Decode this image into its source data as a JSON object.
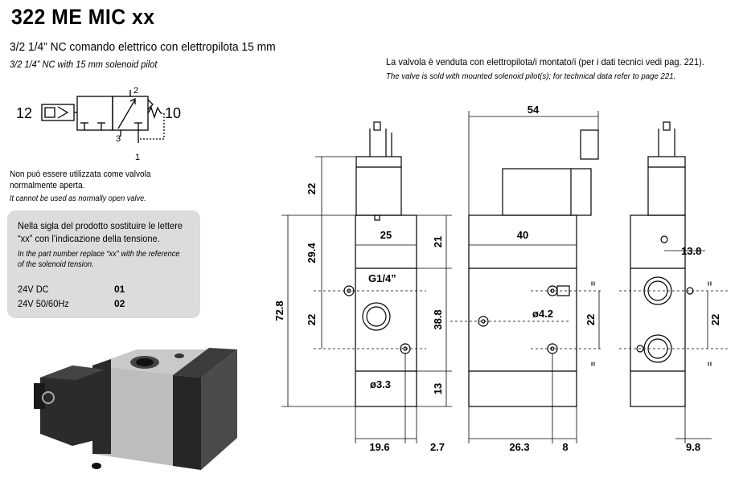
{
  "header": {
    "title": "322 ME MIC xx",
    "subtitle_it": "3/2 1/4” NC comando elettrico con elettropilota 15 mm",
    "subtitle_en": "3/2 1/4” NC with 15 mm solenoid pilot"
  },
  "note": {
    "it": "La valvola è venduta con elettropilota/i montato/i (per i dati tecnici vedi pag. 221).",
    "en": "The valve is sold with mounted solenoid pilot(s); for technical data refer to page 221."
  },
  "symbol": {
    "port_12": "12",
    "port_10": "10",
    "port_2": "2",
    "port_3": "3",
    "port_1": "1"
  },
  "warning": {
    "it_line1": "Non può essere utilizzata come valvola",
    "it_line2": "normalmente aperta.",
    "en": "It cannot be used as normally open valve."
  },
  "voltage_box": {
    "it_line1": "Nella sigla del prodotto sostituire le lettere",
    "it_line2": "“xx” con l’indicazione della tensione.",
    "en_line1": "In the part number replace “xx” with the reference",
    "en_line2": "of the solenoid tension.",
    "rows": [
      {
        "label": "24V DC",
        "code": "01"
      },
      {
        "label": "24V 50/60Hz",
        "code": "02"
      }
    ]
  },
  "dimensions": {
    "d22_top": "22",
    "d25": "25",
    "d21": "21",
    "d29_4": "29.4",
    "d72_8": "72.8",
    "d22_mid": "22",
    "d38_8": "38.8",
    "d13": "13",
    "d19_6": "19.6",
    "d2_7": "2.7",
    "g14": "G1/4”",
    "phi3_3": "ø3.3",
    "d54": "54",
    "d40": "40",
    "phi4_2": "ø4.2",
    "d22_side": "22",
    "d26_3": "26.3",
    "d8": "8",
    "d13_8": "13.8",
    "d22_right": "22",
    "d9_8": "9.8",
    "eq": "="
  }
}
